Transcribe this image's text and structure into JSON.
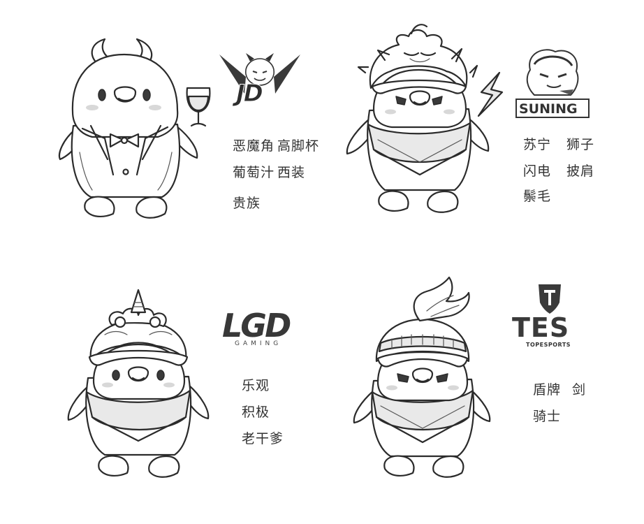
{
  "mascots": [
    {
      "id": "jdg",
      "logo_text": "JD",
      "keywords": [
        "恶魔角",
        "高脚杯",
        "葡萄汁",
        "西装",
        "贵族"
      ]
    },
    {
      "id": "suning",
      "logo_text": "SUNING",
      "keywords": [
        "苏宁",
        "狮子",
        "闪电",
        "披肩",
        "鬃毛"
      ]
    },
    {
      "id": "lgd",
      "logo_text": "LGD",
      "logo_subtext": "GAMING",
      "keywords": [
        "乐观",
        "积极",
        "老干爹"
      ]
    },
    {
      "id": "tes",
      "logo_text": "TES",
      "logo_subtext": "TOPESPORTS",
      "keywords": [
        "盾牌",
        "剑",
        "骑士"
      ]
    }
  ],
  "colors": {
    "line": "#2b2b2b",
    "fill": "#ffffff",
    "shade": "#e9e9e9"
  },
  "icons": [
    "devil-horns-icon",
    "wine-glass-icon",
    "lightning-bolt-icon",
    "lion-mane-icon",
    "lion-crown-icon",
    "knight-helmet-icon"
  ]
}
